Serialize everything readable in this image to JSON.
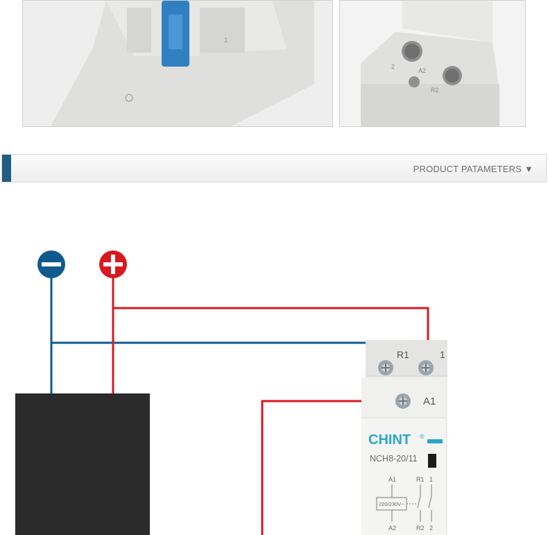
{
  "section": {
    "title": "PRODUCT PATAMETERS ▼"
  },
  "photo_left": {
    "markings": [
      "1"
    ]
  },
  "photo_right": {
    "terminal_labels": [
      "2",
      "A2",
      "R2"
    ]
  },
  "diagram": {
    "terminal_labels": {
      "r1": "R1",
      "t1": "1",
      "a1": "A1"
    },
    "brand": "CHINT",
    "brand_mark": "®",
    "model": "NCH8-20/11",
    "schematic": {
      "a1": "A1",
      "r1": "R1",
      "one": "1",
      "voltage": "220/230V~",
      "a2": "A2",
      "r2": "R2",
      "two": "2"
    },
    "colors": {
      "negative": "#0f5a8c",
      "positive": "#d71920",
      "power_box": "#2b2b2b"
    },
    "icons": {
      "negative": "minus-icon",
      "positive": "plus-icon"
    }
  }
}
